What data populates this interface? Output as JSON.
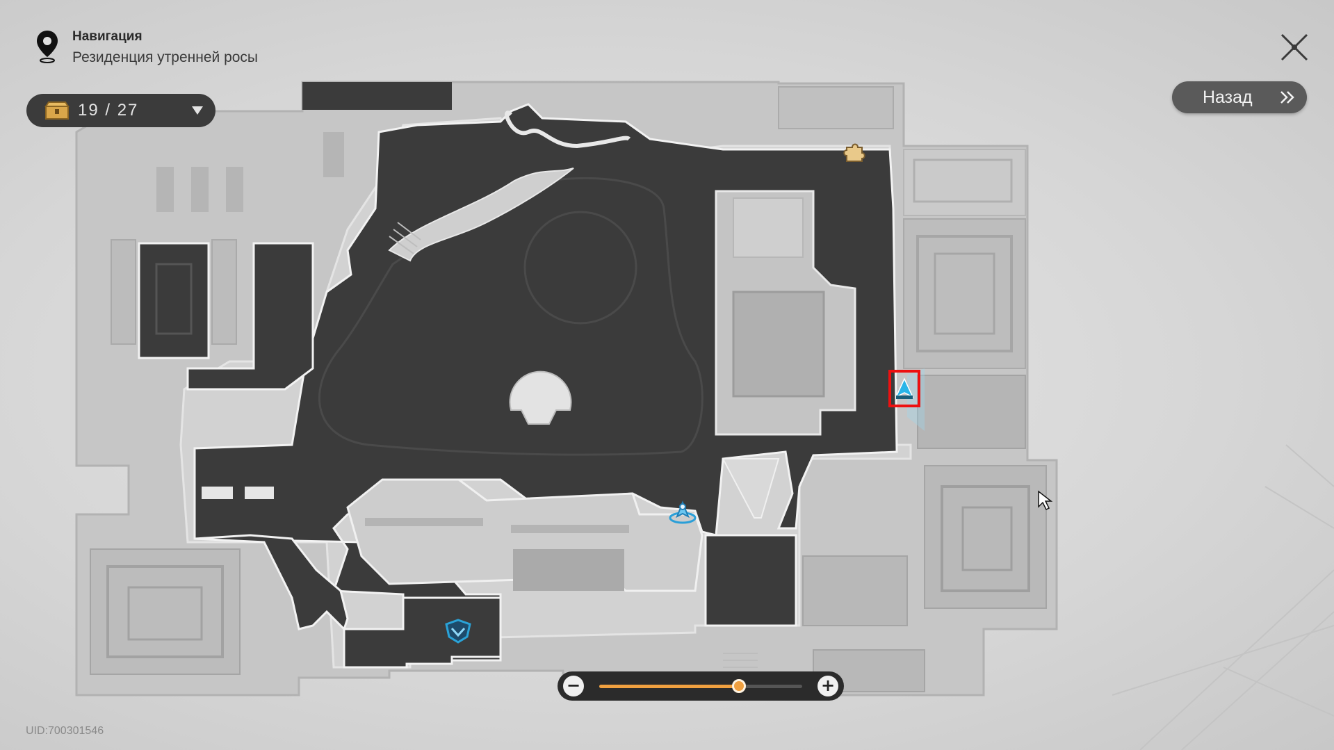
{
  "navigation": {
    "title": "Навигация",
    "location": "Резиденция утренней росы"
  },
  "chest_counter": {
    "text": "19 / 27",
    "collected": 19,
    "total": 27
  },
  "back_button": {
    "label": "Назад"
  },
  "zoom": {
    "minus_symbol": "−",
    "plus_symbol": "+",
    "level": 0.69
  },
  "uid": "UID:700301546",
  "icons": {
    "location": "map-pin-icon",
    "close": "close-icon",
    "chest": "treasure-chest-icon",
    "back_chevron": "double-chevron-right-icon",
    "puzzle": "puzzle-piece-icon",
    "teleport": "space-anchor-icon",
    "boss": "calyx-icon",
    "player": "player-arrow-icon",
    "cursor": "mouse-cursor-icon"
  },
  "colors": {
    "accent": "#f0a040",
    "player": "#2fb6e0",
    "highlight": "#ee1010",
    "map_dark": "#3a3a3a",
    "map_light": "#c9c9c9"
  }
}
